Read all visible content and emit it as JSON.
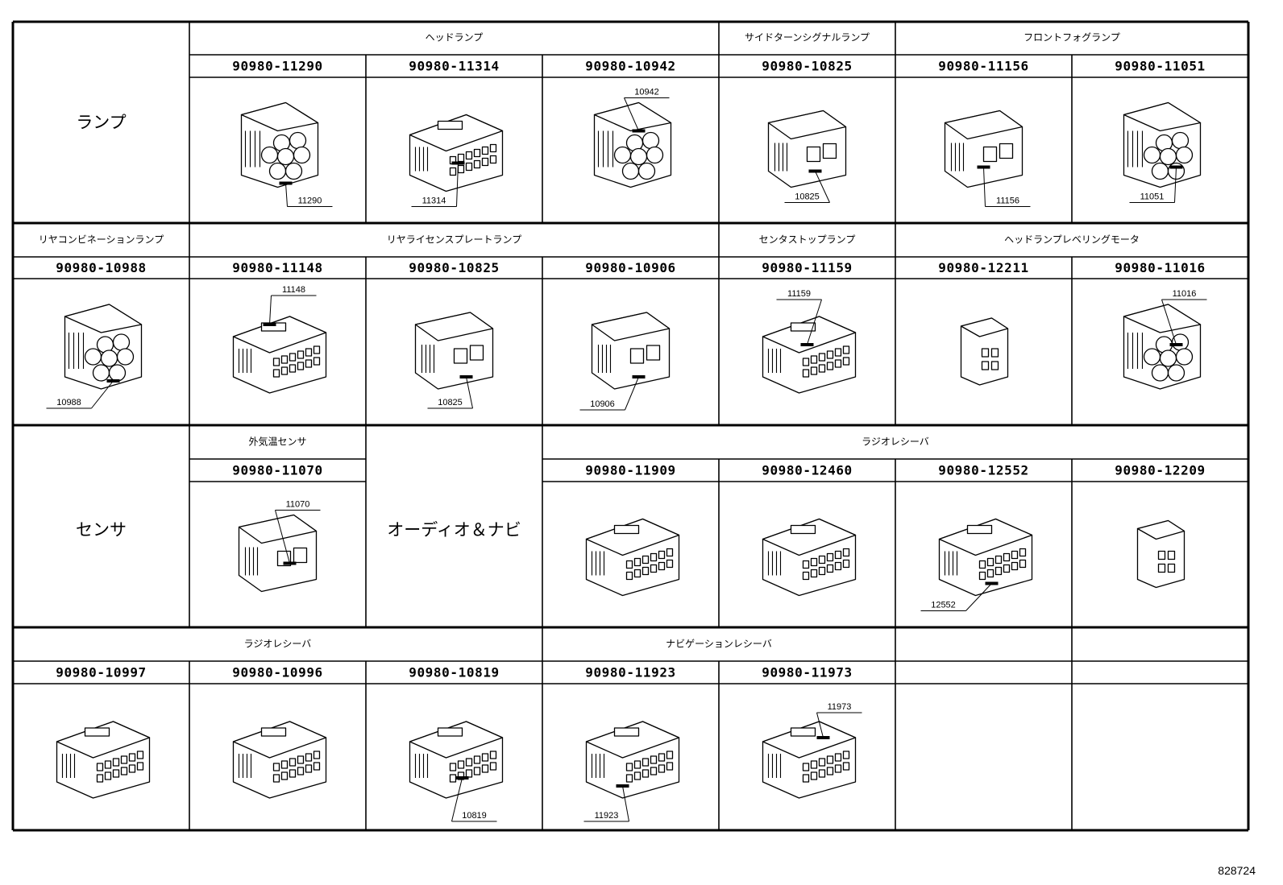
{
  "diagram_id": "828724",
  "row_groups": [
    {
      "key": "lamp",
      "label": "ランプ"
    },
    {
      "key": "sensor",
      "label": "センサ"
    }
  ],
  "audio_label": "オーディオ＆ナビ",
  "categories": [
    {
      "key": "headlamp",
      "label": "ヘッドランプ"
    },
    {
      "key": "side_turn",
      "label": "サイドターンシグナルランプ"
    },
    {
      "key": "front_fog",
      "label": "フロントフォグランプ"
    },
    {
      "key": "rear_combi",
      "label": "リヤコンビネーションランプ"
    },
    {
      "key": "license",
      "label": "リヤライセンスプレートランプ"
    },
    {
      "key": "center_stop",
      "label": "センタストップランプ"
    },
    {
      "key": "leveling",
      "label": "ヘッドランプレベリングモータ"
    },
    {
      "key": "ambient",
      "label": "外気温センサ"
    },
    {
      "key": "radio_a",
      "label": "ラジオレシーバ"
    },
    {
      "key": "radio_b",
      "label": "ラジオレシーバ"
    },
    {
      "key": "navi",
      "label": "ナビゲーションレシーバ"
    }
  ],
  "connectors": [
    {
      "part": "90980-11290",
      "callout": "11290"
    },
    {
      "part": "90980-11314",
      "callout": "11314"
    },
    {
      "part": "90980-10942",
      "callout": "10942"
    },
    {
      "part": "90980-10825",
      "callout": "10825"
    },
    {
      "part": "90980-11156",
      "callout": "11156"
    },
    {
      "part": "90980-11051",
      "callout": "11051"
    },
    {
      "part": "90980-10988",
      "callout": "10988"
    },
    {
      "part": "90980-11148",
      "callout": "11148"
    },
    {
      "part": "90980-10825",
      "callout": "10825"
    },
    {
      "part": "90980-10906",
      "callout": "10906"
    },
    {
      "part": "90980-11159",
      "callout": "11159"
    },
    {
      "part": "90980-12211",
      "callout": ""
    },
    {
      "part": "90980-11016",
      "callout": "11016"
    },
    {
      "part": "90980-11070",
      "callout": "11070"
    },
    {
      "part": "90980-11909",
      "callout": ""
    },
    {
      "part": "90980-12460",
      "callout": ""
    },
    {
      "part": "90980-12552",
      "callout": "12552"
    },
    {
      "part": "90980-12209",
      "callout": ""
    },
    {
      "part": "90980-10997",
      "callout": ""
    },
    {
      "part": "90980-10996",
      "callout": ""
    },
    {
      "part": "90980-10819",
      "callout": "10819"
    },
    {
      "part": "90980-11923",
      "callout": "11923"
    },
    {
      "part": "90980-11973",
      "callout": "11973"
    }
  ]
}
